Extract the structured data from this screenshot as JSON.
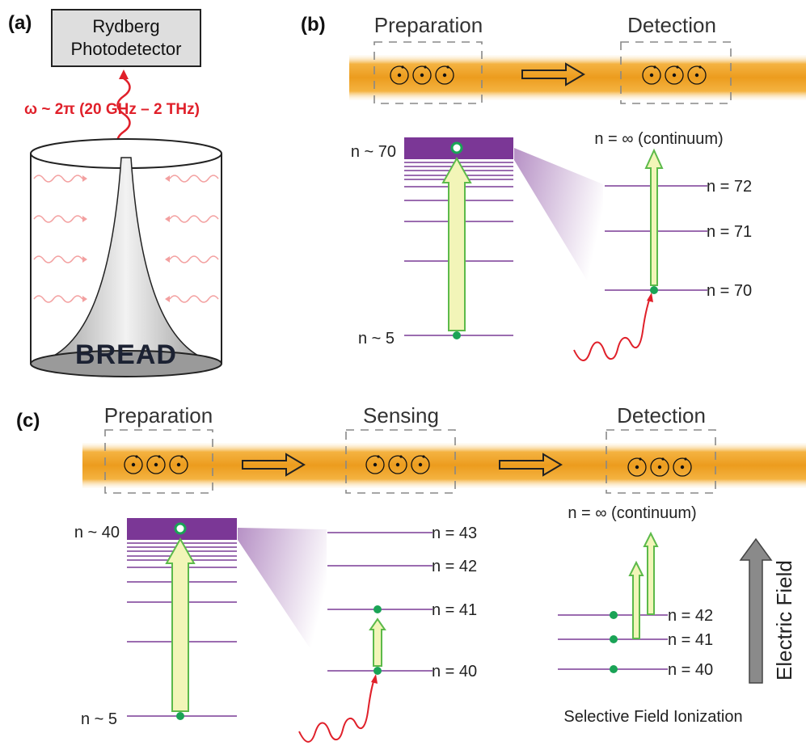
{
  "panel_a": {
    "label": "(a)",
    "detector_line1": "Rydberg",
    "detector_line2": "Photodetector",
    "frequency": "ω ~ 2π (20 GHz – 2 THz)",
    "logo_text": "BREAD"
  },
  "panel_b": {
    "label": "(b)",
    "stage_preparation": "Preparation",
    "stage_detection": "Detection",
    "n_high": "n ~ 70",
    "n_low": "n ~ 5",
    "continuum": "n = ∞ (continuum)",
    "level_72": "n = 72",
    "level_71": "n = 71",
    "level_70": "n = 70"
  },
  "panel_c": {
    "label": "(c)",
    "stage_preparation": "Preparation",
    "stage_sensing": "Sensing",
    "stage_detection": "Detection",
    "n_high": "n ~ 40",
    "n_low": "n ~ 5",
    "sense_43": "n = 43",
    "sense_42": "n = 42",
    "sense_41": "n = 41",
    "sense_40": "n = 40",
    "continuum": "n = ∞ (continuum)",
    "det_42": "n = 42",
    "det_41": "n = 41",
    "det_40": "n = 40",
    "electric_field": "Electric Field",
    "caption": "Selective Field Ionization"
  },
  "colors": {
    "beam": "#f0a830",
    "level": "#7a3b96",
    "band": "#7b3796",
    "atom": "#1aa356",
    "arrow_fill": "#f2f5b8",
    "arrow_stroke": "#5cba4a",
    "photon": "#e0202a"
  }
}
